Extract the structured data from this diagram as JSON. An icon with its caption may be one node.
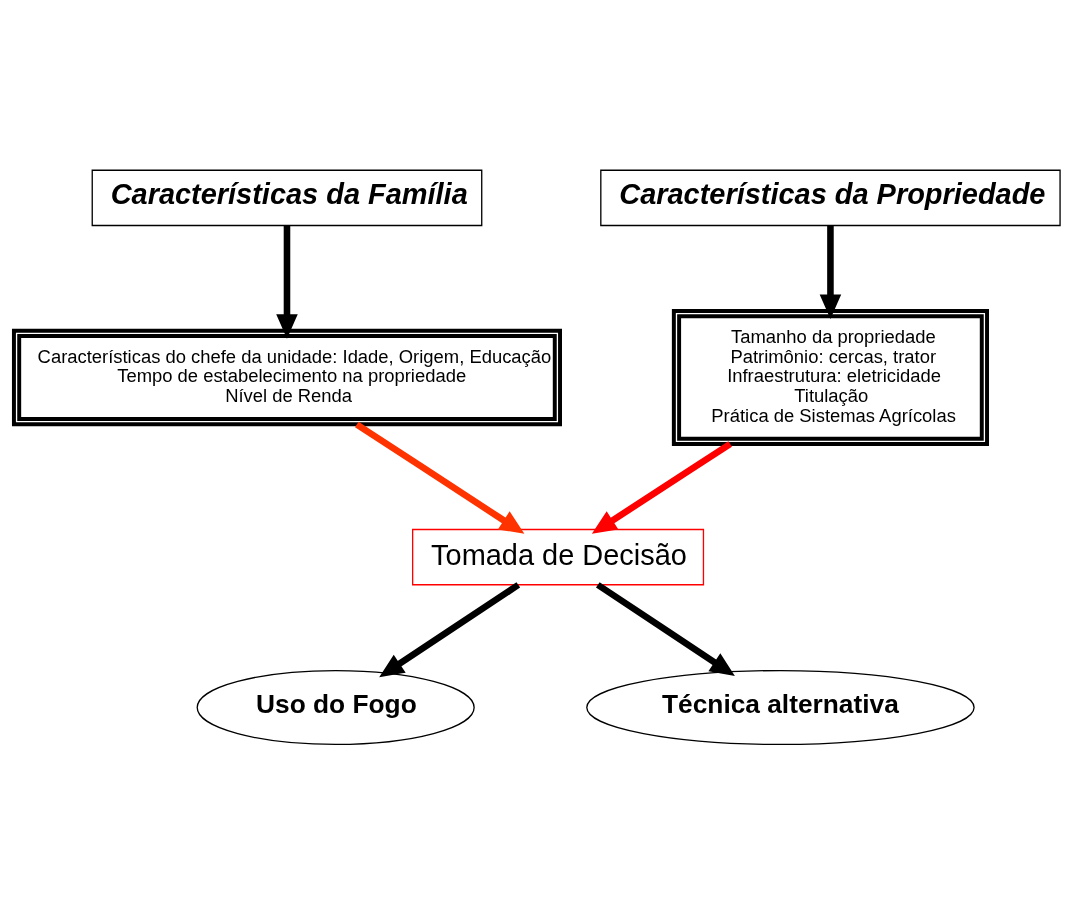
{
  "diagram": {
    "nodes": [
      {
        "text": [
          "Características da Família"
        ]
      },
      {
        "text": [
          "Características da Propriedade"
        ]
      },
      {
        "text": [
          "Características do chefe da unidade: Idade, Origem, Educação",
          "Tempo de estabelecimento na propriedade",
          "Nível de Renda"
        ]
      },
      {
        "text": [
          "Tamanho da propriedade",
          "Patrimônio: cercas, trator",
          "Infraestrutura: eletricidade",
          "Titulação",
          "Prática de Sistemas Agrícolas"
        ]
      },
      {
        "text": [
          "Tomada de Decisão"
        ]
      },
      {
        "text": [
          "Uso do Fogo"
        ]
      },
      {
        "text": [
          "Técnica alternativa"
        ]
      }
    ],
    "edges": [
      {
        "from": 0,
        "to": 2,
        "arrow": "to"
      },
      {
        "from": 1,
        "to": 3,
        "arrow": "to"
      },
      {
        "from": 2,
        "to": 4,
        "arrow": "to",
        "color": "#ff3300"
      },
      {
        "from": 3,
        "to": 4,
        "arrow": "to",
        "color": "#ff0000"
      },
      {
        "from": 4,
        "to": 5,
        "arrow": "to"
      },
      {
        "from": 4,
        "to": 6,
        "arrow": "to"
      }
    ]
  }
}
